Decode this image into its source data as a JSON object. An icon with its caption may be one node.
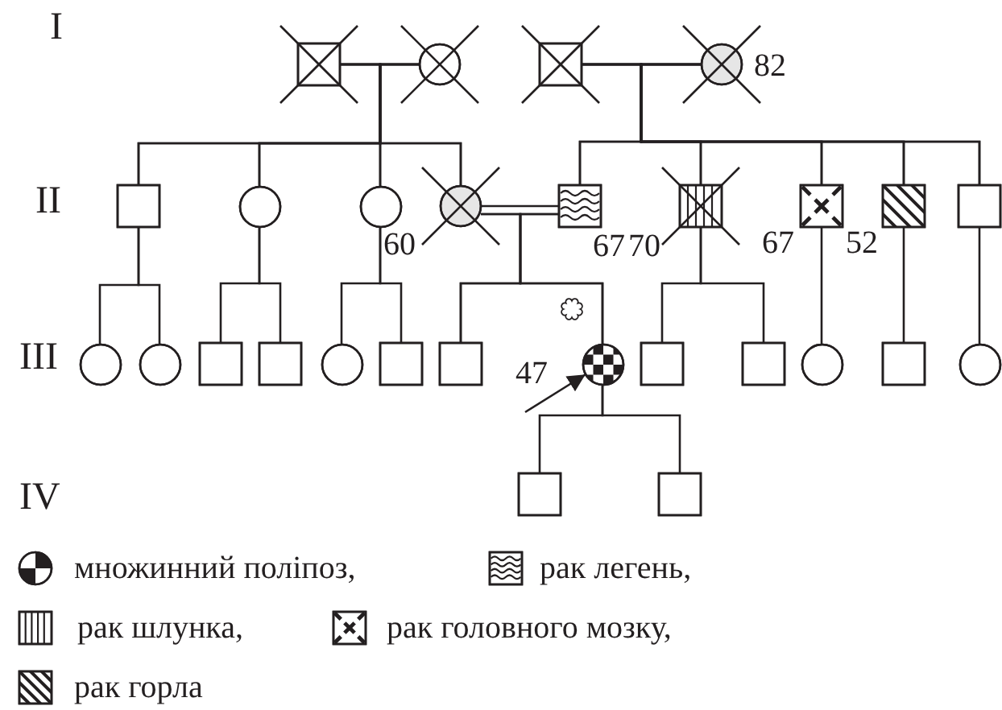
{
  "diagram": {
    "nodes": [
      {
        "text": [],
        "shape": "box"
      },
      {
        "text": [],
        "shape": "circle"
      },
      {
        "text": [],
        "shape": "box"
      },
      {
        "text": [],
        "shape": "circle",
        "beside": [
          "82"
        ]
      },
      {
        "text": [],
        "shape": "box"
      },
      {
        "text": [],
        "shape": "circle"
      },
      {
        "text": [],
        "shape": "circle"
      },
      {
        "text": [],
        "shape": "circle",
        "beside": [
          "60"
        ]
      },
      {
        "text": [],
        "shape": "box",
        "beside": [
          "67"
        ]
      },
      {
        "text": [],
        "shape": "box",
        "beside": [
          "70"
        ]
      },
      {
        "text": [],
        "shape": "box",
        "beside": [
          "67"
        ]
      },
      {
        "text": [],
        "shape": "box",
        "beside": [
          "52"
        ]
      },
      {
        "text": [],
        "shape": "box"
      },
      {
        "text": [],
        "shape": "circle"
      },
      {
        "text": [],
        "shape": "circle"
      },
      {
        "text": [],
        "shape": "box"
      },
      {
        "text": [],
        "shape": "box"
      },
      {
        "text": [],
        "shape": "circle"
      },
      {
        "text": [],
        "shape": "box"
      },
      {
        "text": [],
        "shape": "box"
      },
      {
        "text": [],
        "shape": "circle",
        "beside": [
          "47"
        ]
      },
      {
        "text": [],
        "shape": "box"
      },
      {
        "text": [],
        "shape": "box"
      },
      {
        "text": [],
        "shape": "circle"
      },
      {
        "text": [],
        "shape": "box"
      },
      {
        "text": [],
        "shape": "circle"
      },
      {
        "text": [],
        "shape": "box"
      },
      {
        "text": [],
        "shape": "box"
      }
    ],
    "edges": [
      {
        "from": 0,
        "to": 1,
        "arrow": "none"
      },
      {
        "from": 2,
        "to": 3,
        "arrow": "none"
      },
      {
        "from": 0,
        "to": 4,
        "arrow": "none"
      },
      {
        "from": 1,
        "to": 4,
        "arrow": "none"
      },
      {
        "from": 0,
        "to": 5,
        "arrow": "none"
      },
      {
        "from": 1,
        "to": 5,
        "arrow": "none"
      },
      {
        "from": 0,
        "to": 6,
        "arrow": "none"
      },
      {
        "from": 1,
        "to": 6,
        "arrow": "none"
      },
      {
        "from": 0,
        "to": 7,
        "arrow": "none"
      },
      {
        "from": 1,
        "to": 7,
        "arrow": "none"
      },
      {
        "from": 2,
        "to": 8,
        "arrow": "none"
      },
      {
        "from": 3,
        "to": 8,
        "arrow": "none"
      },
      {
        "from": 2,
        "to": 9,
        "arrow": "none"
      },
      {
        "from": 3,
        "to": 9,
        "arrow": "none"
      },
      {
        "from": 2,
        "to": 10,
        "arrow": "none"
      },
      {
        "from": 3,
        "to": 10,
        "arrow": "none"
      },
      {
        "from": 2,
        "to": 11,
        "arrow": "none"
      },
      {
        "from": 3,
        "to": 11,
        "arrow": "none"
      },
      {
        "from": 2,
        "to": 12,
        "arrow": "none"
      },
      {
        "from": 3,
        "to": 12,
        "arrow": "none"
      },
      {
        "from": 7,
        "to": 8,
        "arrow": "none"
      },
      {
        "from": 4,
        "to": 13,
        "arrow": "none"
      },
      {
        "from": 4,
        "to": 14,
        "arrow": "none"
      },
      {
        "from": 5,
        "to": 15,
        "arrow": "none"
      },
      {
        "from": 5,
        "to": 16,
        "arrow": "none"
      },
      {
        "from": 6,
        "to": 17,
        "arrow": "none"
      },
      {
        "from": 6,
        "to": 18,
        "arrow": "none"
      },
      {
        "from": 7,
        "to": 19,
        "arrow": "none"
      },
      {
        "from": 8,
        "to": 19,
        "arrow": "none"
      },
      {
        "from": 7,
        "to": 20,
        "arrow": "none"
      },
      {
        "from": 8,
        "to": 20,
        "arrow": "none"
      },
      {
        "from": 9,
        "to": 21,
        "arrow": "none"
      },
      {
        "from": 9,
        "to": 22,
        "arrow": "none"
      },
      {
        "from": 10,
        "to": 23,
        "arrow": "none"
      },
      {
        "from": 11,
        "to": 24,
        "arrow": "none"
      },
      {
        "from": 12,
        "to": 25,
        "arrow": "none"
      },
      {
        "from": null,
        "to": 20,
        "arrow": "to"
      },
      {
        "from": 20,
        "to": 26,
        "arrow": "none"
      },
      {
        "from": 20,
        "to": 27,
        "arrow": "none"
      }
    ],
    "labels": [
      "I",
      "II",
      "III",
      "IV"
    ],
    "legend": [
      {
        "text": "множинний поліпоз,"
      },
      {
        "text": "рак легень,"
      },
      {
        "text": "рак шлунка,"
      },
      {
        "text": "рак головного мозку,"
      },
      {
        "text": "рак горла"
      }
    ]
  }
}
